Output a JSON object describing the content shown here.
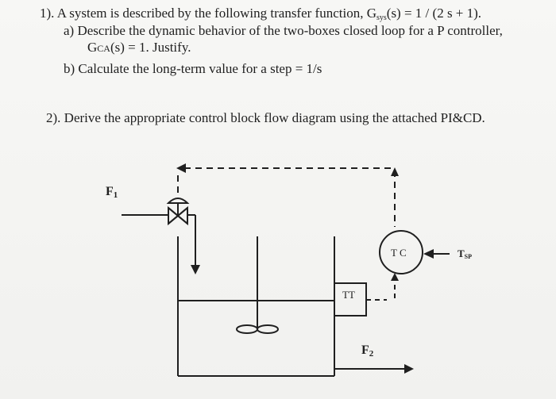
{
  "problem1": {
    "line1_prefix": "1). A system is described by the following transfer function, G",
    "line1_sub": "sys",
    "line1_suffix": "(s) = 1 / (2 s + 1).",
    "a_line1": "a)  Describe the dynamic behavior of the two-boxes closed loop for a P controller,",
    "a_line2_prefix": "G",
    "a_line2_sub": "CA",
    "a_line2_suffix": "(s) = 1. Justify.",
    "b_line": "b)  Calculate the long-term value for a step = 1/s"
  },
  "problem2": {
    "line": "2). Derive the appropriate control block flow diagram using the attached PI&CD."
  },
  "diagram": {
    "f1_label": "F",
    "f1_sub": "1",
    "f2_label": "F",
    "f2_sub": "2",
    "tc_label": "T C",
    "tt_label": "TT",
    "tsp_label": "T",
    "tsp_sub": "SP"
  }
}
